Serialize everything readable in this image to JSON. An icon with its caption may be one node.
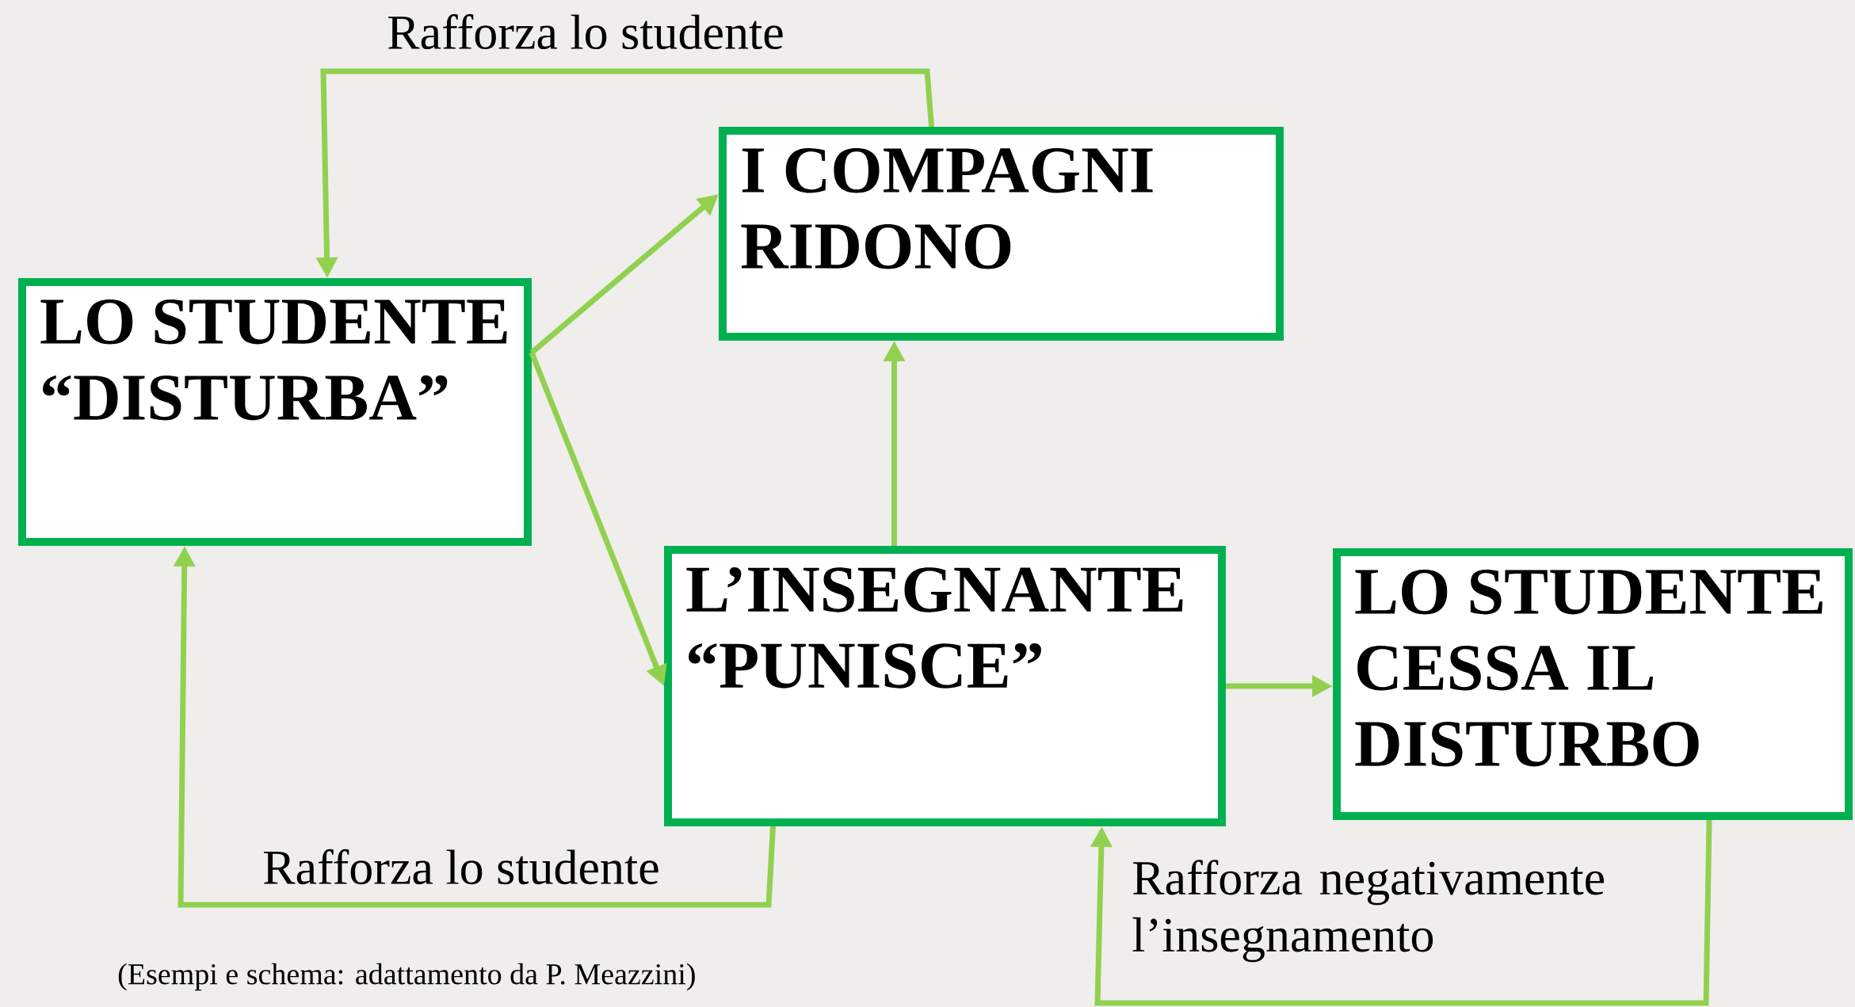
{
  "diagram": {
    "caption": "(Esempi e schema: adattamento da P. Meazzini)",
    "nodes": [
      {
        "text": [
          "LO STUDENTE “DISTURBA”"
        ]
      },
      {
        "text": [
          "I COMPAGNI RIDONO"
        ]
      },
      {
        "text": [
          "L’INSEGNANTE “PUNISCE”"
        ]
      },
      {
        "text": [
          "LO STUDENTE CESSA IL DISTURBO"
        ]
      }
    ],
    "edges": [
      {
        "from": 0,
        "to": 1,
        "arrow": "to"
      },
      {
        "from": 0,
        "to": 2,
        "arrow": "to"
      },
      {
        "from": 2,
        "to": 1,
        "arrow": "to"
      },
      {
        "from": 2,
        "to": 3,
        "arrow": "to"
      },
      {
        "from": 1,
        "to": 0,
        "arrow": "to",
        "label": "Rafforza lo studente"
      },
      {
        "from": 2,
        "to": 0,
        "arrow": "to",
        "label": "Rafforza lo studente"
      },
      {
        "from": 3,
        "to": 2,
        "arrow": "to",
        "label": "Rafforza negativamente l’insegnamento"
      }
    ]
  }
}
